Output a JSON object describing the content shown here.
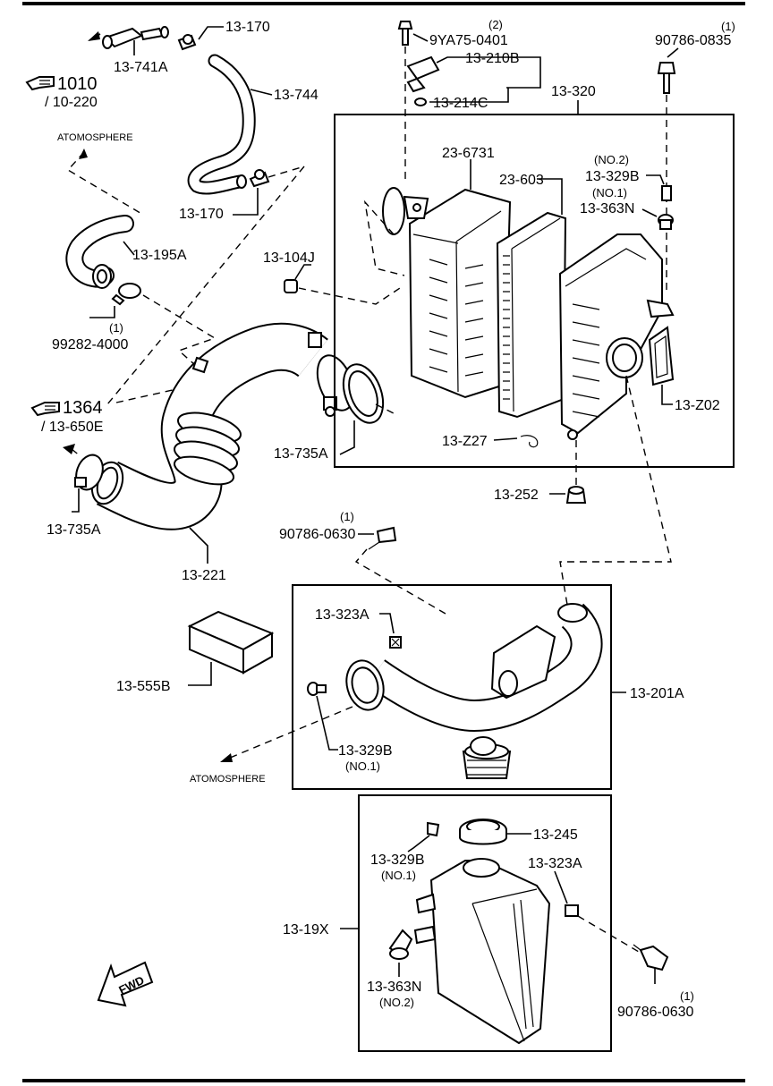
{
  "labels": {
    "p13_170_top": "13-170",
    "p13_741a": "13-741A",
    "ref_1010": "1010",
    "ref_10_220": "/ 10-220",
    "p13_744": "13-744",
    "atmosphere_top": "ATOMOSPHERE",
    "p13_170_mid": "13-170",
    "p13_195a": "13-195A",
    "qty_99282": "(1)",
    "p99282_4000": "99282-4000",
    "ref_1364": "1364",
    "ref_13_650e": "/ 13-650E",
    "p13_735a_left": "13-735A",
    "p13_221": "13-221",
    "qty_9ya75": "(2)",
    "p9ya75_0401": "9YA75-0401",
    "p13_210b": "13-210B",
    "p13_214c": "13-214C",
    "p13_320": "13-320",
    "qty_90786_0835": "(1)",
    "p90786_0835": "90786-0835",
    "p23_6731": "23-6731",
    "p23_603": "23-603",
    "no2_a": "(NO.2)",
    "p13_329b_a": "13-329B",
    "no1_a": "(NO.1)",
    "p13_363n_a": "13-363N",
    "p13_104j": "13-104J",
    "p13_z02": "13-Z02",
    "p13_735a_right": "13-735A",
    "p13_z27": "13-Z27",
    "p13_252": "13-252",
    "qty_90786_0630_a": "(1)",
    "p90786_0630_a": "90786-0630",
    "p13_323a_a": "13-323A",
    "p13_555b": "13-555B",
    "p13_201a": "13-201A",
    "p13_329b_b": "13-329B",
    "no1_b": "(NO.1)",
    "atmosphere_bottom": "ATOMOSPHERE",
    "p13_245": "13-245",
    "p13_329b_c": "13-329B",
    "no1_c": "(NO.1)",
    "p13_323a_b": "13-323A",
    "p13_19x": "13-19X",
    "p13_363n_b": "13-363N",
    "no2_b": "(NO.2)",
    "qty_90786_0630_b": "(1)",
    "p90786_0630_b": "90786-0630",
    "fwd": "FWD"
  },
  "icons": {
    "reference": "pointing-hand-icon",
    "direction": "forward-arrow-icon"
  }
}
